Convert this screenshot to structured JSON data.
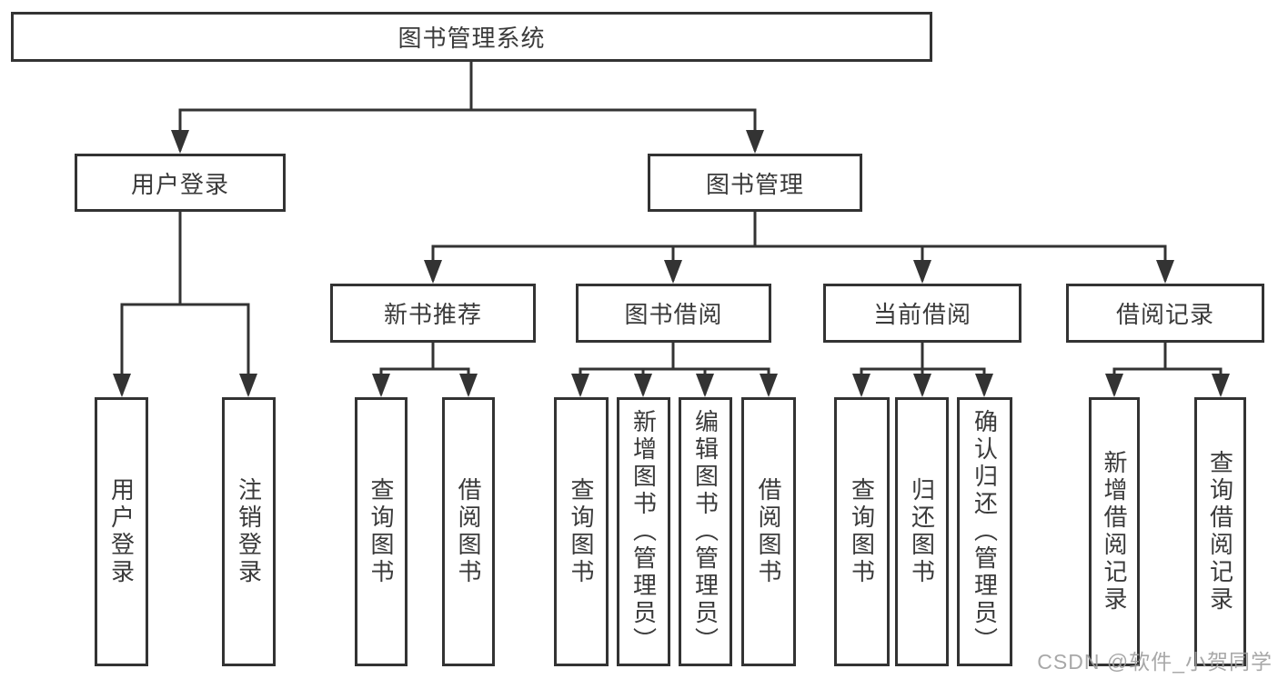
{
  "diagram": {
    "root": {
      "label": "图书管理系统"
    },
    "branches": [
      {
        "label": "用户登录",
        "children": [
          {
            "label": "用户登录"
          },
          {
            "label": "注销登录"
          }
        ]
      },
      {
        "label": "图书管理",
        "sections": [
          {
            "label": "新书推荐",
            "children": [
              {
                "label": "查询图书"
              },
              {
                "label": "借阅图书"
              }
            ]
          },
          {
            "label": "图书借阅",
            "children": [
              {
                "label": "查询图书"
              },
              {
                "label": "新增图书（管理员）"
              },
              {
                "label": "编辑图书（管理员）"
              },
              {
                "label": "借阅图书"
              }
            ]
          },
          {
            "label": "当前借阅",
            "children": [
              {
                "label": "查询图书"
              },
              {
                "label": "归还图书"
              },
              {
                "label": "确认归还（管理员）"
              }
            ]
          },
          {
            "label": "借阅记录",
            "children": [
              {
                "label": "新增借阅记录"
              },
              {
                "label": "查询借阅记录"
              }
            ]
          }
        ]
      }
    ]
  },
  "watermark": {
    "text": "CSDN @软件_小贺同学"
  },
  "colors": {
    "line": "#333333",
    "border": "#333333",
    "text": "#3a3a3a",
    "background": "#ffffff",
    "watermark": "#9e9e9e"
  }
}
